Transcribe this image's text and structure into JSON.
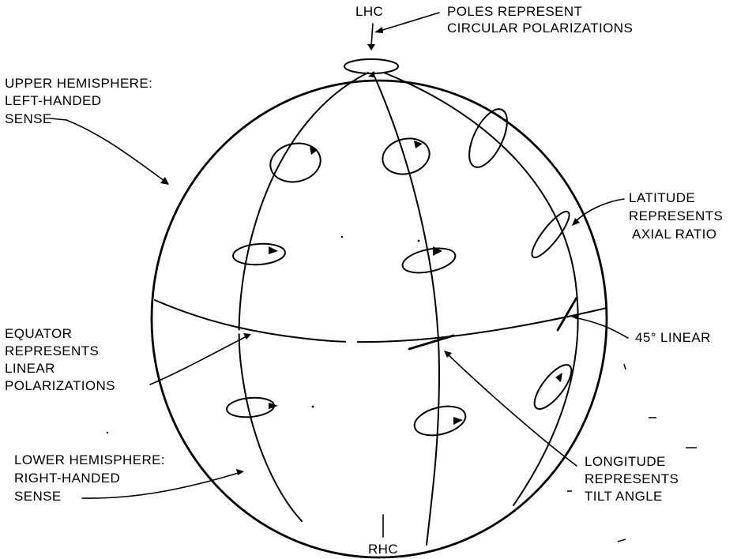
{
  "labels": {
    "lhc": "LHC",
    "rhc": "RHC",
    "poles_1": "POLES REPRESENT",
    "poles_2": "CIRCULAR POLARIZATIONS",
    "upper_1": "UPPER HEMISPHERE:",
    "upper_2": "LEFT-HANDED",
    "upper_3": "SENSE",
    "latitude_1": "LATITUDE",
    "latitude_2": "REPRESENTS",
    "latitude_3": "AXIAL RATIO",
    "equator_1": "EQUATOR",
    "equator_2": "REPRESENTS",
    "equator_3": "LINEAR",
    "equator_4": "POLARIZATIONS",
    "linear45": "45° LINEAR",
    "lower_1": "LOWER HEMISPHERE:",
    "lower_2": "RIGHT-HANDED",
    "lower_3": "SENSE",
    "longitude_1": "LONGITUDE",
    "longitude_2": "REPRESENTS",
    "longitude_3": "TILT ANGLE"
  }
}
